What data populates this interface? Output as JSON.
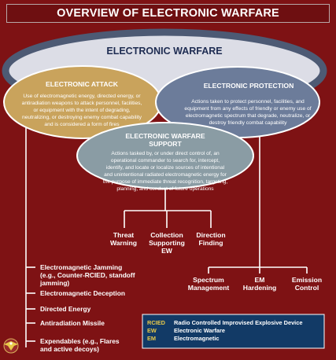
{
  "title": "OVERVIEW OF ELECTRONIC WARFARE",
  "ew_header": "ELECTRONIC WARFARE",
  "attack": {
    "title": "ELECTRONIC ATTACK",
    "lines": [
      "Use of electromagnetic energy, directed energy, or",
      "antiradiation weapons to attack personnel, facilities,",
      "or equipment with the intent of degrading,",
      "neutralizing, or destroying enemy combat capability",
      "and is considered a form of fires"
    ]
  },
  "protection": {
    "title": "ELECTRONIC PROTECTION",
    "lines": [
      "Actions taken to protect personnel, facilities, and",
      "equipment from any effects of friendly or enemy use of",
      "electromagnetic spectrum that degrade, neutralize, or",
      "destroy friendly combat capability"
    ]
  },
  "support": {
    "title_lines": [
      "ELECTRONIC WARFARE",
      "SUPPORT"
    ],
    "lines": [
      "Actions tasked by, or under direct control of, an",
      "operational commander to search for, intercept,",
      "identify, and locate or localize sources of intentional",
      "and unintentional radiated electromagnetic energy for",
      "the purpose of immediate threat recognition, targeting,",
      "planning, and conduct of future operations"
    ]
  },
  "support_items": [
    {
      "lines": [
        "Threat",
        "Warning"
      ]
    },
    {
      "lines": [
        "Collection",
        "Supporting",
        "EW"
      ]
    },
    {
      "lines": [
        "Direction",
        "Finding"
      ]
    }
  ],
  "protection_items": [
    {
      "lines": [
        "Spectrum",
        "Management"
      ]
    },
    {
      "lines": [
        "EM",
        "Hardening"
      ]
    },
    {
      "lines": [
        "Emission",
        "Control"
      ]
    }
  ],
  "attack_items": [
    {
      "lines": [
        "Electromagnetic Jamming",
        "(e.g., Counter-RCIED, standoff",
        "jamming)"
      ]
    },
    {
      "lines": [
        "Electromagnetic Deception"
      ]
    },
    {
      "lines": [
        "Directed Energy"
      ]
    },
    {
      "lines": [
        "Antiradiation Missile"
      ]
    },
    {
      "lines": [
        "Expendables (e.g., Flares",
        "and active decoys)"
      ]
    }
  ],
  "legend": [
    {
      "abbr": "RCIED",
      "meaning": "Radio Controlled Improvised Explosive Device"
    },
    {
      "abbr": "EW",
      "meaning": "Electronic Warfare"
    },
    {
      "abbr": "EM",
      "meaning": "Electromagnetic"
    }
  ],
  "colors": {
    "background": "#7e1214",
    "attack_fill": "#c9a35c",
    "protection_fill": "#6c7c9a",
    "support_fill": "#8a9ca4",
    "legend_fill": "#123a66",
    "legend_abbr": "#e8c94a"
  }
}
